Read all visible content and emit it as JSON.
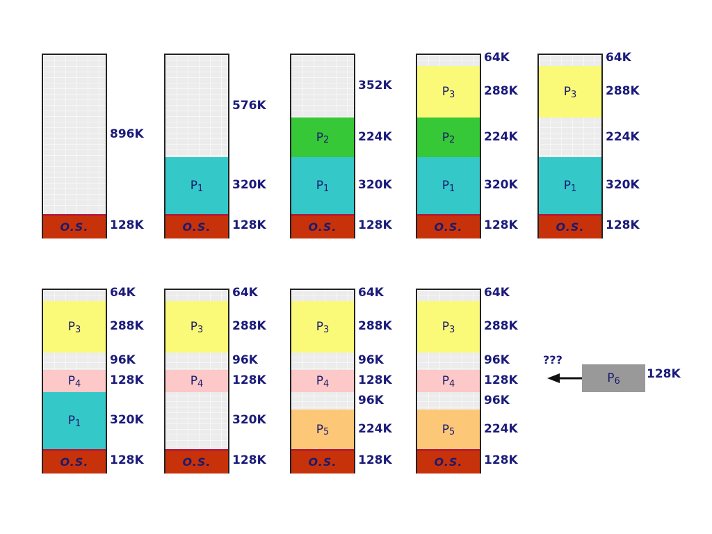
{
  "colors": {
    "os": "#c8320a",
    "free": "#ececec",
    "P1": "#35c8c8",
    "P2": "#36c836",
    "P3": "#fafa78",
    "P4": "#fcc8c8",
    "P5": "#fcc878",
    "P6": "#999999",
    "text": "#1a1a7a"
  },
  "stages": [
    {
      "segments": [
        {
          "kind": "free",
          "size": "896K"
        },
        {
          "kind": "os",
          "label": "O.S.",
          "size": "128K"
        }
      ]
    },
    {
      "segments": [
        {
          "kind": "free",
          "size": "576K"
        },
        {
          "kind": "proc",
          "proc": "P1",
          "base": "P",
          "sub": "1",
          "size": "320K"
        },
        {
          "kind": "os",
          "label": "O.S.",
          "size": "128K"
        }
      ]
    },
    {
      "segments": [
        {
          "kind": "free",
          "size": "352K"
        },
        {
          "kind": "proc",
          "proc": "P2",
          "base": "P",
          "sub": "2",
          "size": "224K"
        },
        {
          "kind": "proc",
          "proc": "P1",
          "base": "P",
          "sub": "1",
          "size": "320K"
        },
        {
          "kind": "os",
          "label": "O.S.",
          "size": "128K"
        }
      ]
    },
    {
      "segments": [
        {
          "kind": "free",
          "size": "64K"
        },
        {
          "kind": "proc",
          "proc": "P3",
          "base": "P",
          "sub": "3",
          "size": "288K"
        },
        {
          "kind": "proc",
          "proc": "P2",
          "base": "P",
          "sub": "2",
          "size": "224K"
        },
        {
          "kind": "proc",
          "proc": "P1",
          "base": "P",
          "sub": "1",
          "size": "320K"
        },
        {
          "kind": "os",
          "label": "O.S.",
          "size": "128K"
        }
      ]
    },
    {
      "segments": [
        {
          "kind": "free",
          "size": "64K"
        },
        {
          "kind": "proc",
          "proc": "P3",
          "base": "P",
          "sub": "3",
          "size": "288K"
        },
        {
          "kind": "free",
          "size": "224K"
        },
        {
          "kind": "proc",
          "proc": "P1",
          "base": "P",
          "sub": "1",
          "size": "320K"
        },
        {
          "kind": "os",
          "label": "O.S.",
          "size": "128K"
        }
      ]
    },
    {
      "segments": [
        {
          "kind": "free",
          "size": "64K"
        },
        {
          "kind": "proc",
          "proc": "P3",
          "base": "P",
          "sub": "3",
          "size": "288K"
        },
        {
          "kind": "free",
          "size": "96K"
        },
        {
          "kind": "proc",
          "proc": "P4",
          "base": "P",
          "sub": "4",
          "size": "128K"
        },
        {
          "kind": "proc",
          "proc": "P1",
          "base": "P",
          "sub": "1",
          "size": "320K"
        },
        {
          "kind": "os",
          "label": "O.S.",
          "size": "128K"
        }
      ]
    },
    {
      "segments": [
        {
          "kind": "free",
          "size": "64K"
        },
        {
          "kind": "proc",
          "proc": "P3",
          "base": "P",
          "sub": "3",
          "size": "288K"
        },
        {
          "kind": "free",
          "size": "96K"
        },
        {
          "kind": "proc",
          "proc": "P4",
          "base": "P",
          "sub": "4",
          "size": "128K"
        },
        {
          "kind": "free",
          "size": "320K"
        },
        {
          "kind": "os",
          "label": "O.S.",
          "size": "128K"
        }
      ]
    },
    {
      "segments": [
        {
          "kind": "free",
          "size": "64K"
        },
        {
          "kind": "proc",
          "proc": "P3",
          "base": "P",
          "sub": "3",
          "size": "288K"
        },
        {
          "kind": "free",
          "size": "96K"
        },
        {
          "kind": "proc",
          "proc": "P4",
          "base": "P",
          "sub": "4",
          "size": "128K"
        },
        {
          "kind": "free",
          "size": "96K"
        },
        {
          "kind": "proc",
          "proc": "P5",
          "base": "P",
          "sub": "5",
          "size": "224K"
        },
        {
          "kind": "os",
          "label": "O.S.",
          "size": "128K"
        }
      ]
    },
    {
      "segments": [
        {
          "kind": "free",
          "size": "64K"
        },
        {
          "kind": "proc",
          "proc": "P3",
          "base": "P",
          "sub": "3",
          "size": "288K"
        },
        {
          "kind": "free",
          "size": "96K"
        },
        {
          "kind": "proc",
          "proc": "P4",
          "base": "P",
          "sub": "4",
          "size": "128K"
        },
        {
          "kind": "free",
          "size": "96K"
        },
        {
          "kind": "proc",
          "proc": "P5",
          "base": "P",
          "sub": "5",
          "size": "224K"
        },
        {
          "kind": "os",
          "label": "O.S.",
          "size": "128K"
        }
      ]
    }
  ],
  "pending": {
    "base": "P",
    "sub": "6",
    "size": "128K",
    "question": "???",
    "arrow_icon": "arrow-left-icon"
  }
}
